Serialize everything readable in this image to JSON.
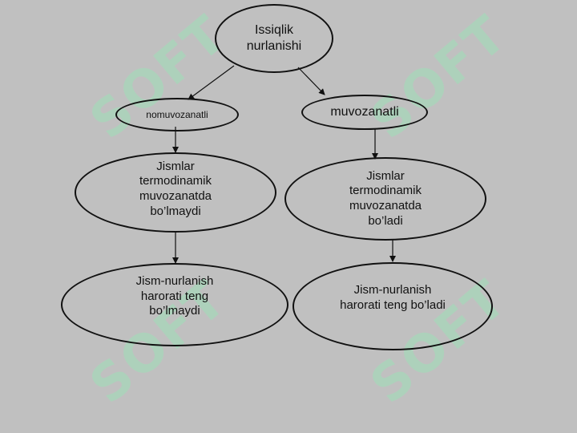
{
  "diagram": {
    "root": {
      "text": "Issiqlik\nnurlanishi"
    },
    "left_branch": {
      "label": "nomuvozanatli"
    },
    "right_branch": {
      "label": "muvozanatli"
    },
    "left_mid": {
      "text": "Jismlar\ntermodinamik\nmuvozanatda\nbo’lmaydi"
    },
    "right_mid": {
      "text": "Jismlar\ntermodinamik\nmuvozanatda\nbo’ladi"
    },
    "left_bottom": {
      "text": "Jism-nurlanish\nharorati teng\nbo’lmaydi"
    },
    "right_bottom": {
      "text": "Jism-nurlanish\nharorati teng bo’ladi"
    }
  },
  "watermark": {
    "text": "SOFT",
    "color": "#9ee0b8"
  },
  "colors": {
    "background": "#c0c0c0",
    "ellipse_fill": "#c0c0c0",
    "ellipse_stroke": "#111111",
    "arrow": "#111111"
  }
}
